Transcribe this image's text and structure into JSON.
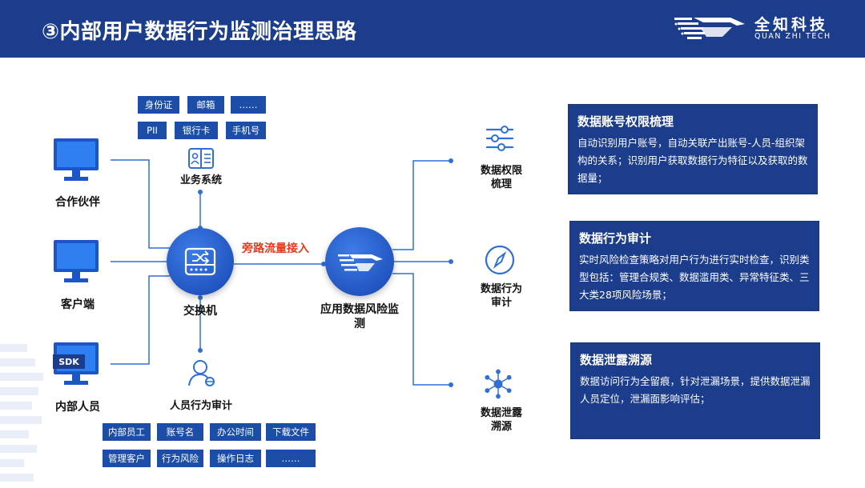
{
  "header": {
    "title": "③内部用户数据行为监测治理思路",
    "logo_cn": "全知科技",
    "logo_en": "QUAN ZHI TECH"
  },
  "left": {
    "partner": "合作伙伴",
    "client": "客户端",
    "internal": "内部人员",
    "sdk": "SDK"
  },
  "center": {
    "business_system": "业务系统",
    "switch": "交换机",
    "flow_label": "旁路流量接入",
    "app_monitor": "应用数据风险监测",
    "behavior_audit": "人员行为审计"
  },
  "top_tags": {
    "row1": [
      "身份证",
      "邮箱",
      "……"
    ],
    "row2": [
      "PII",
      "银行卡",
      "手机号"
    ]
  },
  "bottom_tags": {
    "row1": [
      "内部员工",
      "账号名",
      "办公时间",
      "下载文件"
    ],
    "row2": [
      "管理客户",
      "行为风险",
      "操作日志",
      "……"
    ]
  },
  "right_nodes": {
    "n1": "数据权限梳理",
    "n2": "数据行为审计",
    "n3": "数据泄露溯源"
  },
  "boxes": [
    {
      "title": "数据账号权限梳理",
      "text": "自动识别用户账号，自动关联产出账号-人员-组织架构的关系；识别用户获取数据行为特征以及获取的数据量；"
    },
    {
      "title": "数据行为审计",
      "text": "实时风险检查策略对用户行为进行实时检查，识别类型包括：管理合规类、数据滥用类、异常特征类、三大类28项风险场景；"
    },
    {
      "title": "数据泄露溯源",
      "text": "数据访问行为全留痕，针对泄漏场景，提供数据泄漏人员定位，泄漏面影响评估；"
    }
  ],
  "colors": {
    "header": "#1c3d8c",
    "tag": "#1c4ea8",
    "accent_red": "#e63a1b",
    "line": "#2f6fd6"
  }
}
